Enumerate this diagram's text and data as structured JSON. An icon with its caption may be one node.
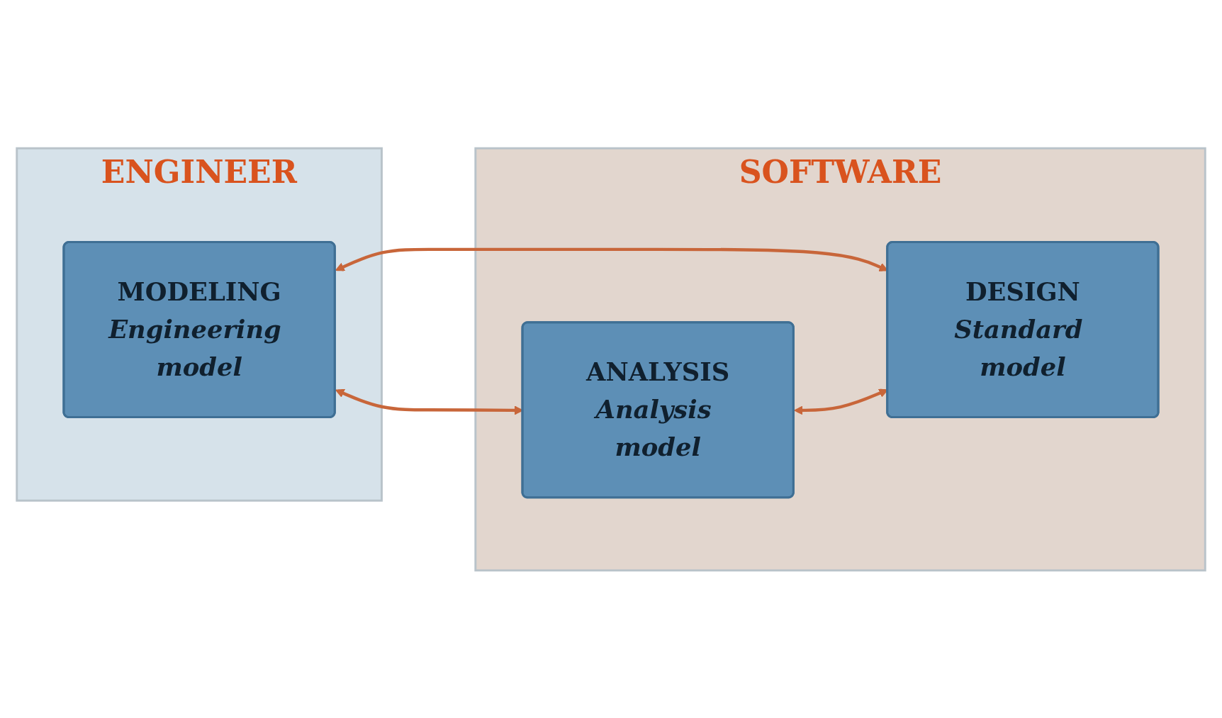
{
  "diagram": {
    "nodes": [
      {
        "text": [
          "ENGINEER"
        ]
      },
      {
        "text": [
          "MODELING",
          "Engineering model"
        ],
        "in": 0
      },
      {
        "text": [
          "SOFTWARE"
        ]
      },
      {
        "text": [
          "ANALYSIS",
          "Analysis model"
        ],
        "in": 2
      },
      {
        "text": [
          "DESIGN",
          "Standard model"
        ],
        "in": 2
      }
    ],
    "edges": [
      {
        "from": 1,
        "to": 3,
        "arrow": "both"
      },
      {
        "from": 1,
        "to": 4,
        "arrow": "both"
      },
      {
        "from": 3,
        "to": 4,
        "arrow": "both"
      }
    ]
  }
}
